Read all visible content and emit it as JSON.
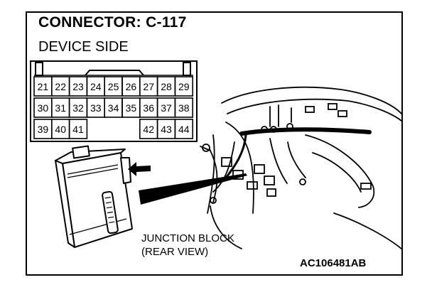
{
  "title": "CONNECTOR: C-117",
  "subtitle": "DEVICE SIDE",
  "connector": {
    "rows": [
      [
        "21",
        "22",
        "23",
        "24",
        "25",
        "26",
        "27",
        "28",
        "29"
      ],
      [
        "30",
        "31",
        "32",
        "33",
        "34",
        "35",
        "36",
        "37",
        "38"
      ],
      [
        "39",
        "40",
        "41",
        "",
        "",
        "",
        "42",
        "43",
        "44"
      ]
    ]
  },
  "caption": {
    "line1": "JUNCTION BLOCK",
    "line2": "(REAR VIEW)"
  },
  "figure_code": "AC106481AB"
}
